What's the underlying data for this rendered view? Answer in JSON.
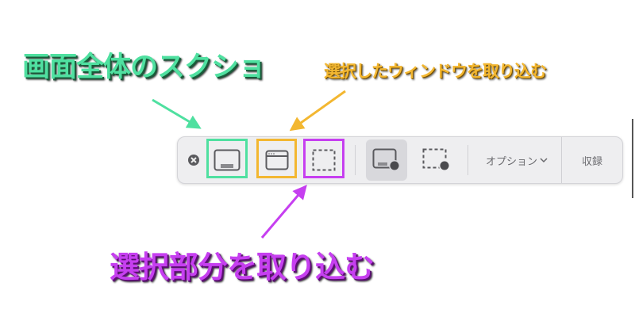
{
  "annotations": {
    "full_screen": "画面全体のスクショ",
    "selected_window": "選択したウィンドウを取り込む",
    "selected_portion": "選択部分を取り込む"
  },
  "toolbar": {
    "options_label": "オプション",
    "record_label": "収録"
  },
  "colors": {
    "green": "#4fe0a0",
    "orange": "#f3b731",
    "purple": "#c63ff0"
  }
}
